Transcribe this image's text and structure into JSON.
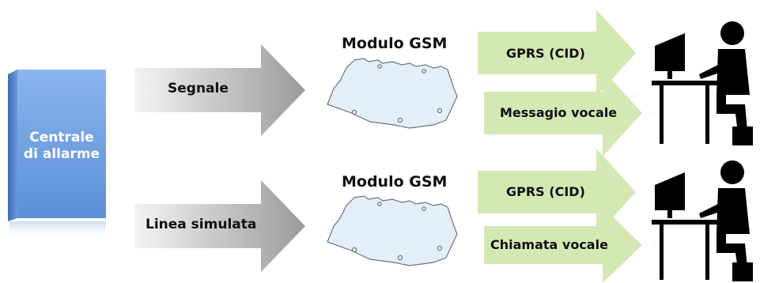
{
  "central": {
    "line1": "Centrale",
    "line2": "di allarme"
  },
  "flows": [
    {
      "input_label": "Segnale",
      "module_title": "Modulo GSM",
      "outputs": [
        {
          "label": "GPRS (CID)"
        },
        {
          "label": "Messagio vocale"
        }
      ]
    },
    {
      "input_label": "Linea simulata",
      "module_title": "Modulo GSM",
      "outputs": [
        {
          "label": "GPRS (CID)"
        },
        {
          "label": "Chiamata vocale"
        }
      ]
    }
  ],
  "colors": {
    "box_front": "#7aa8e6",
    "box_side": "#4e7fc9",
    "arrow_gray": "#a6a6a6",
    "arrow_green": "#d4e8b4",
    "board_fill": "#e4eef8",
    "operator": "#000000"
  },
  "icons": [
    "alarm-panel-icon",
    "gsm-module-board-icon",
    "operator-at-computer-icon"
  ]
}
